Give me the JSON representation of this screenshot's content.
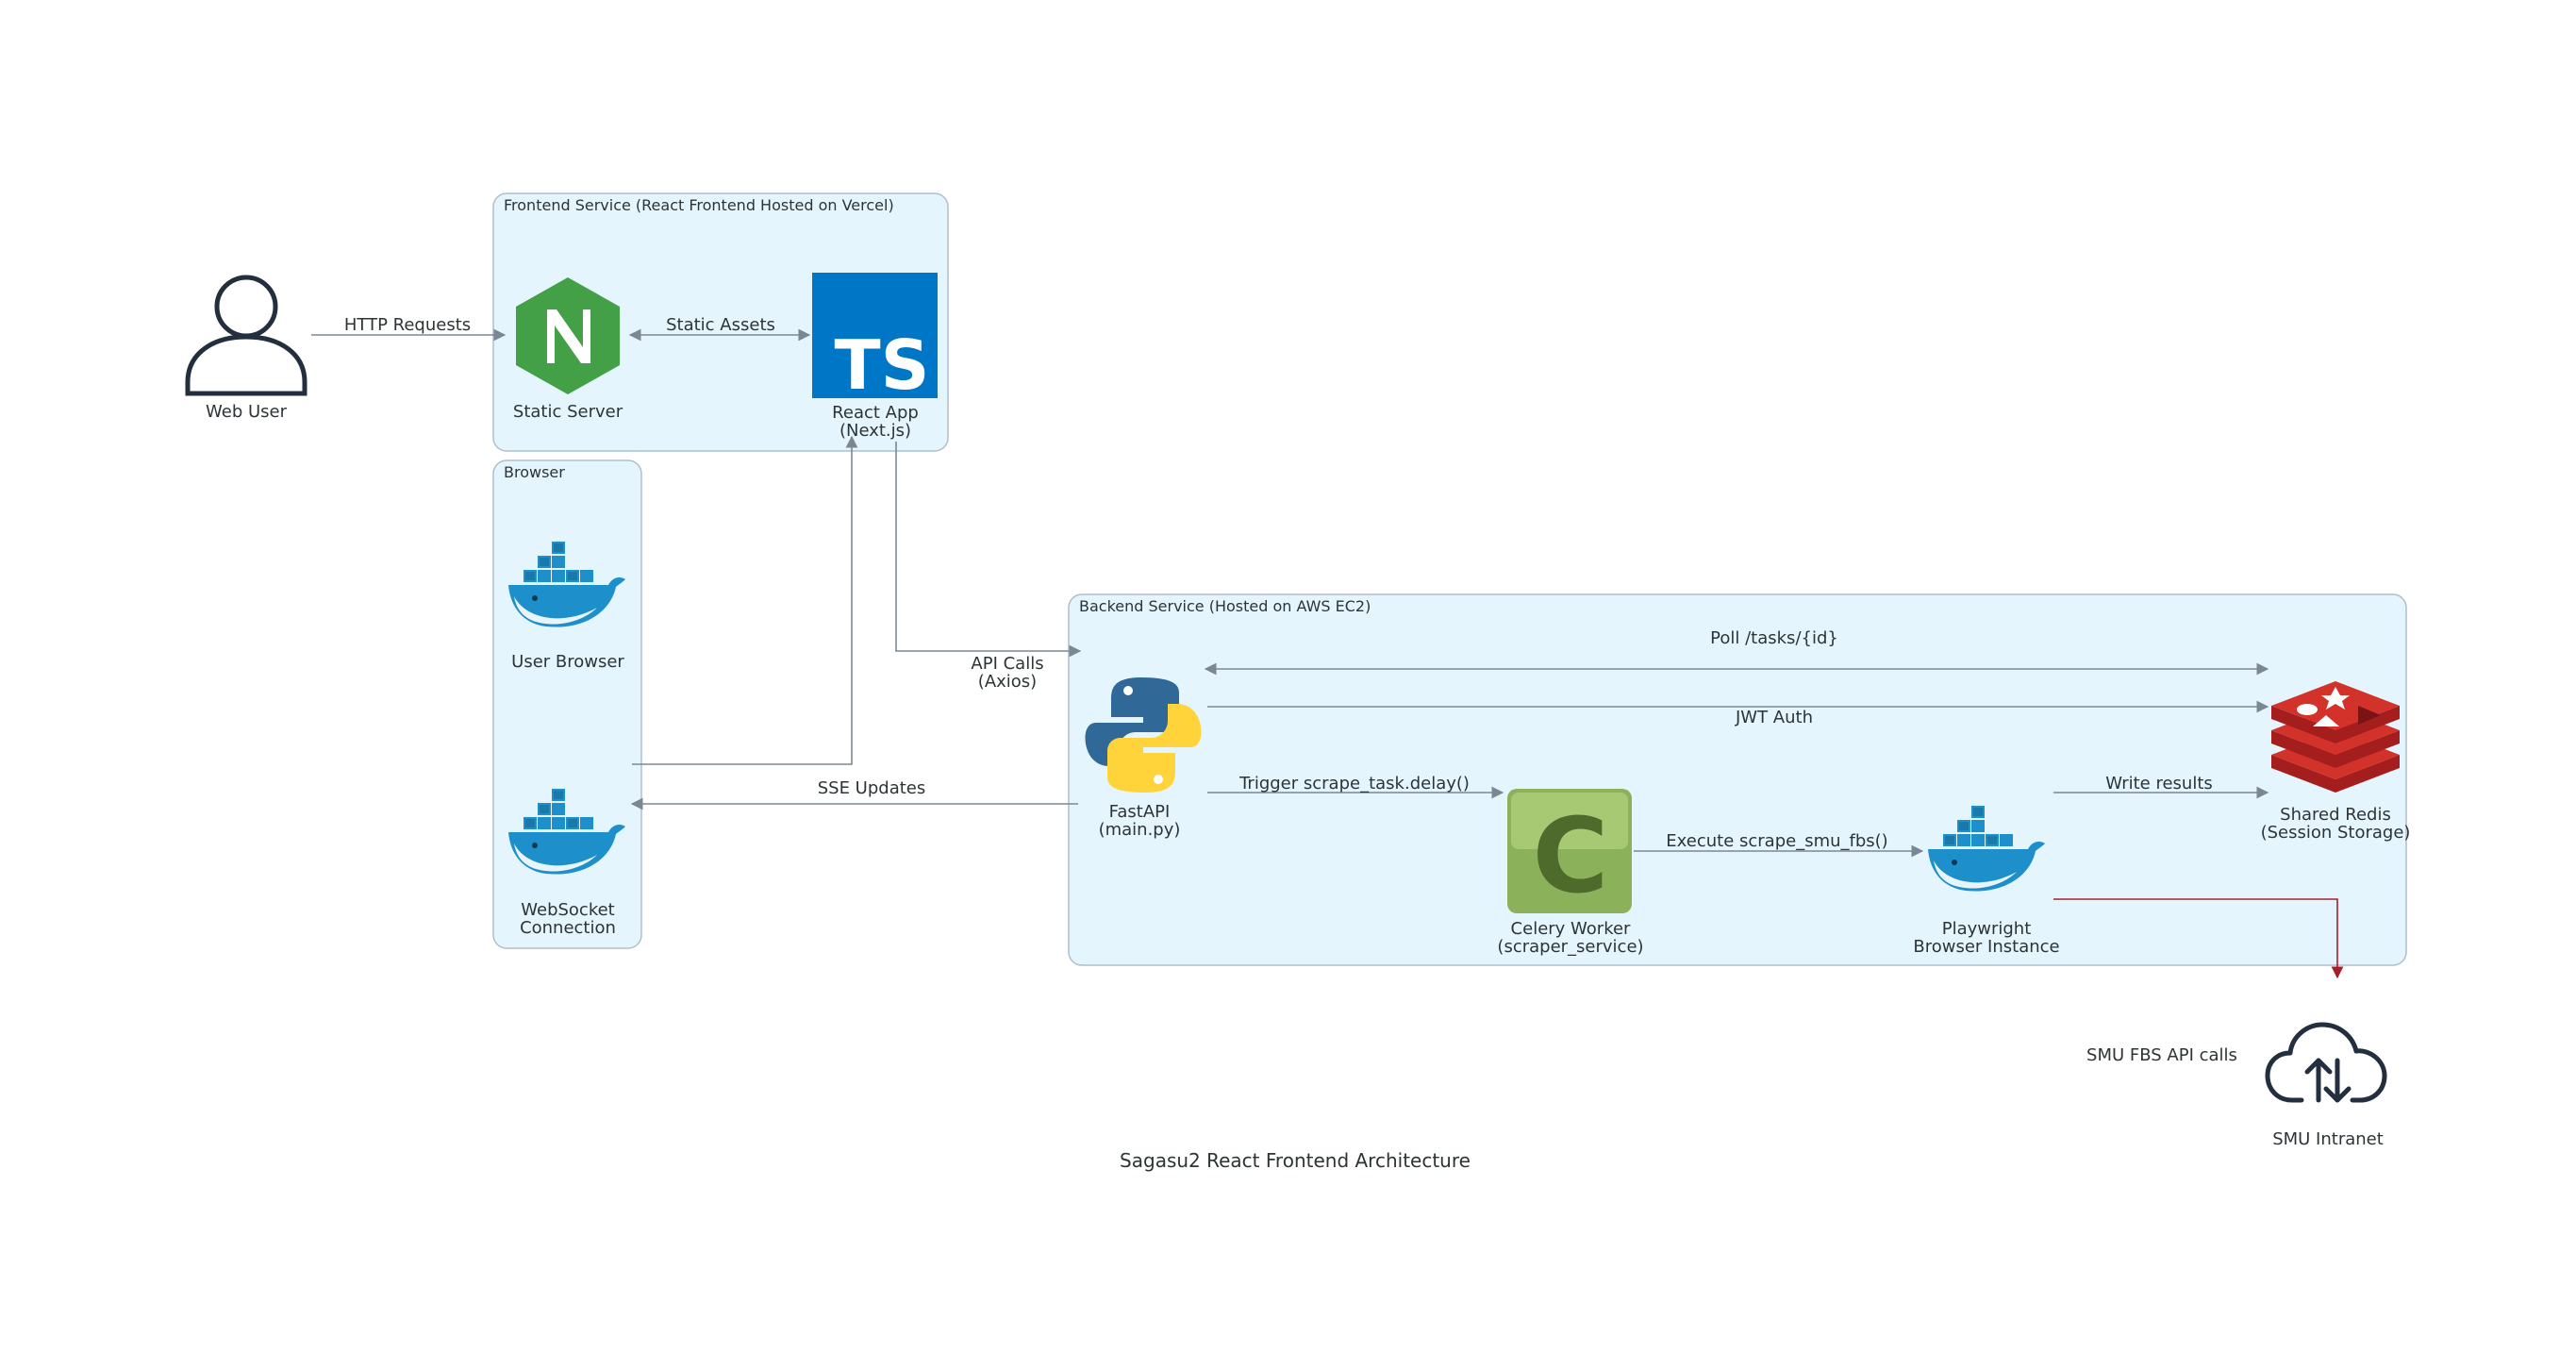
{
  "title": "Sagasu2 React Frontend Architecture",
  "clusters": {
    "frontend": "Frontend Service (React Frontend Hosted on Vercel)",
    "browser": "Browser",
    "backend": "Backend Service (Hosted on AWS EC2)"
  },
  "nodes": {
    "web_user": {
      "label": "Web User",
      "icon": "user-icon"
    },
    "static_server": {
      "label": "Static Server",
      "icon": "nginx-icon"
    },
    "react_app": {
      "label_line1": "React App",
      "label_line2": "(Next.js)",
      "icon": "typescript-icon",
      "icon_text": "TS"
    },
    "user_browser": {
      "label": "User Browser",
      "icon": "docker-icon"
    },
    "websocket": {
      "label_line1": "WebSocket",
      "label_line2": "Connection",
      "icon": "docker-icon"
    },
    "fastapi": {
      "label_line1": "FastAPI",
      "label_line2": "(main.py)",
      "icon": "python-icon"
    },
    "celery": {
      "label_line1": "Celery Worker",
      "label_line2": "(scraper_service)",
      "icon": "celery-icon",
      "icon_text": "C"
    },
    "playwright": {
      "label_line1": "Playwright",
      "label_line2": "Browser Instance",
      "icon": "docker-icon"
    },
    "redis": {
      "label_line1": "Shared Redis",
      "label_line2": "(Session Storage)",
      "icon": "redis-icon"
    },
    "smu_intranet": {
      "label": "SMU Intranet",
      "icon": "cloud-sync-icon"
    }
  },
  "edges": {
    "http_requests": "HTTP Requests",
    "static_assets": "Static Assets",
    "api_calls_line1": "API Calls",
    "api_calls_line2": "(Axios)",
    "sse_updates": "SSE Updates",
    "poll_tasks": "Poll /tasks/{id}",
    "jwt_auth": "JWT Auth",
    "trigger_task": "Trigger scrape_task.delay()",
    "execute_scrape": "Execute scrape_smu_fbs()",
    "write_results": "Write results",
    "smu_fbs_api": "SMU FBS API calls"
  },
  "colors": {
    "cluster_fill": "#e5f5fd",
    "cluster_stroke": "#aebfcc",
    "edge": "#7b8894",
    "edge_red": "#a81f2b",
    "nginx_green": "#43a047",
    "typescript_blue": "#0076c6",
    "python_blue": "#306998",
    "python_yellow": "#ffd43b",
    "celery_green": "#8bb25a",
    "redis_red": "#d3322b",
    "docker_blue": "#1d8fcb"
  }
}
